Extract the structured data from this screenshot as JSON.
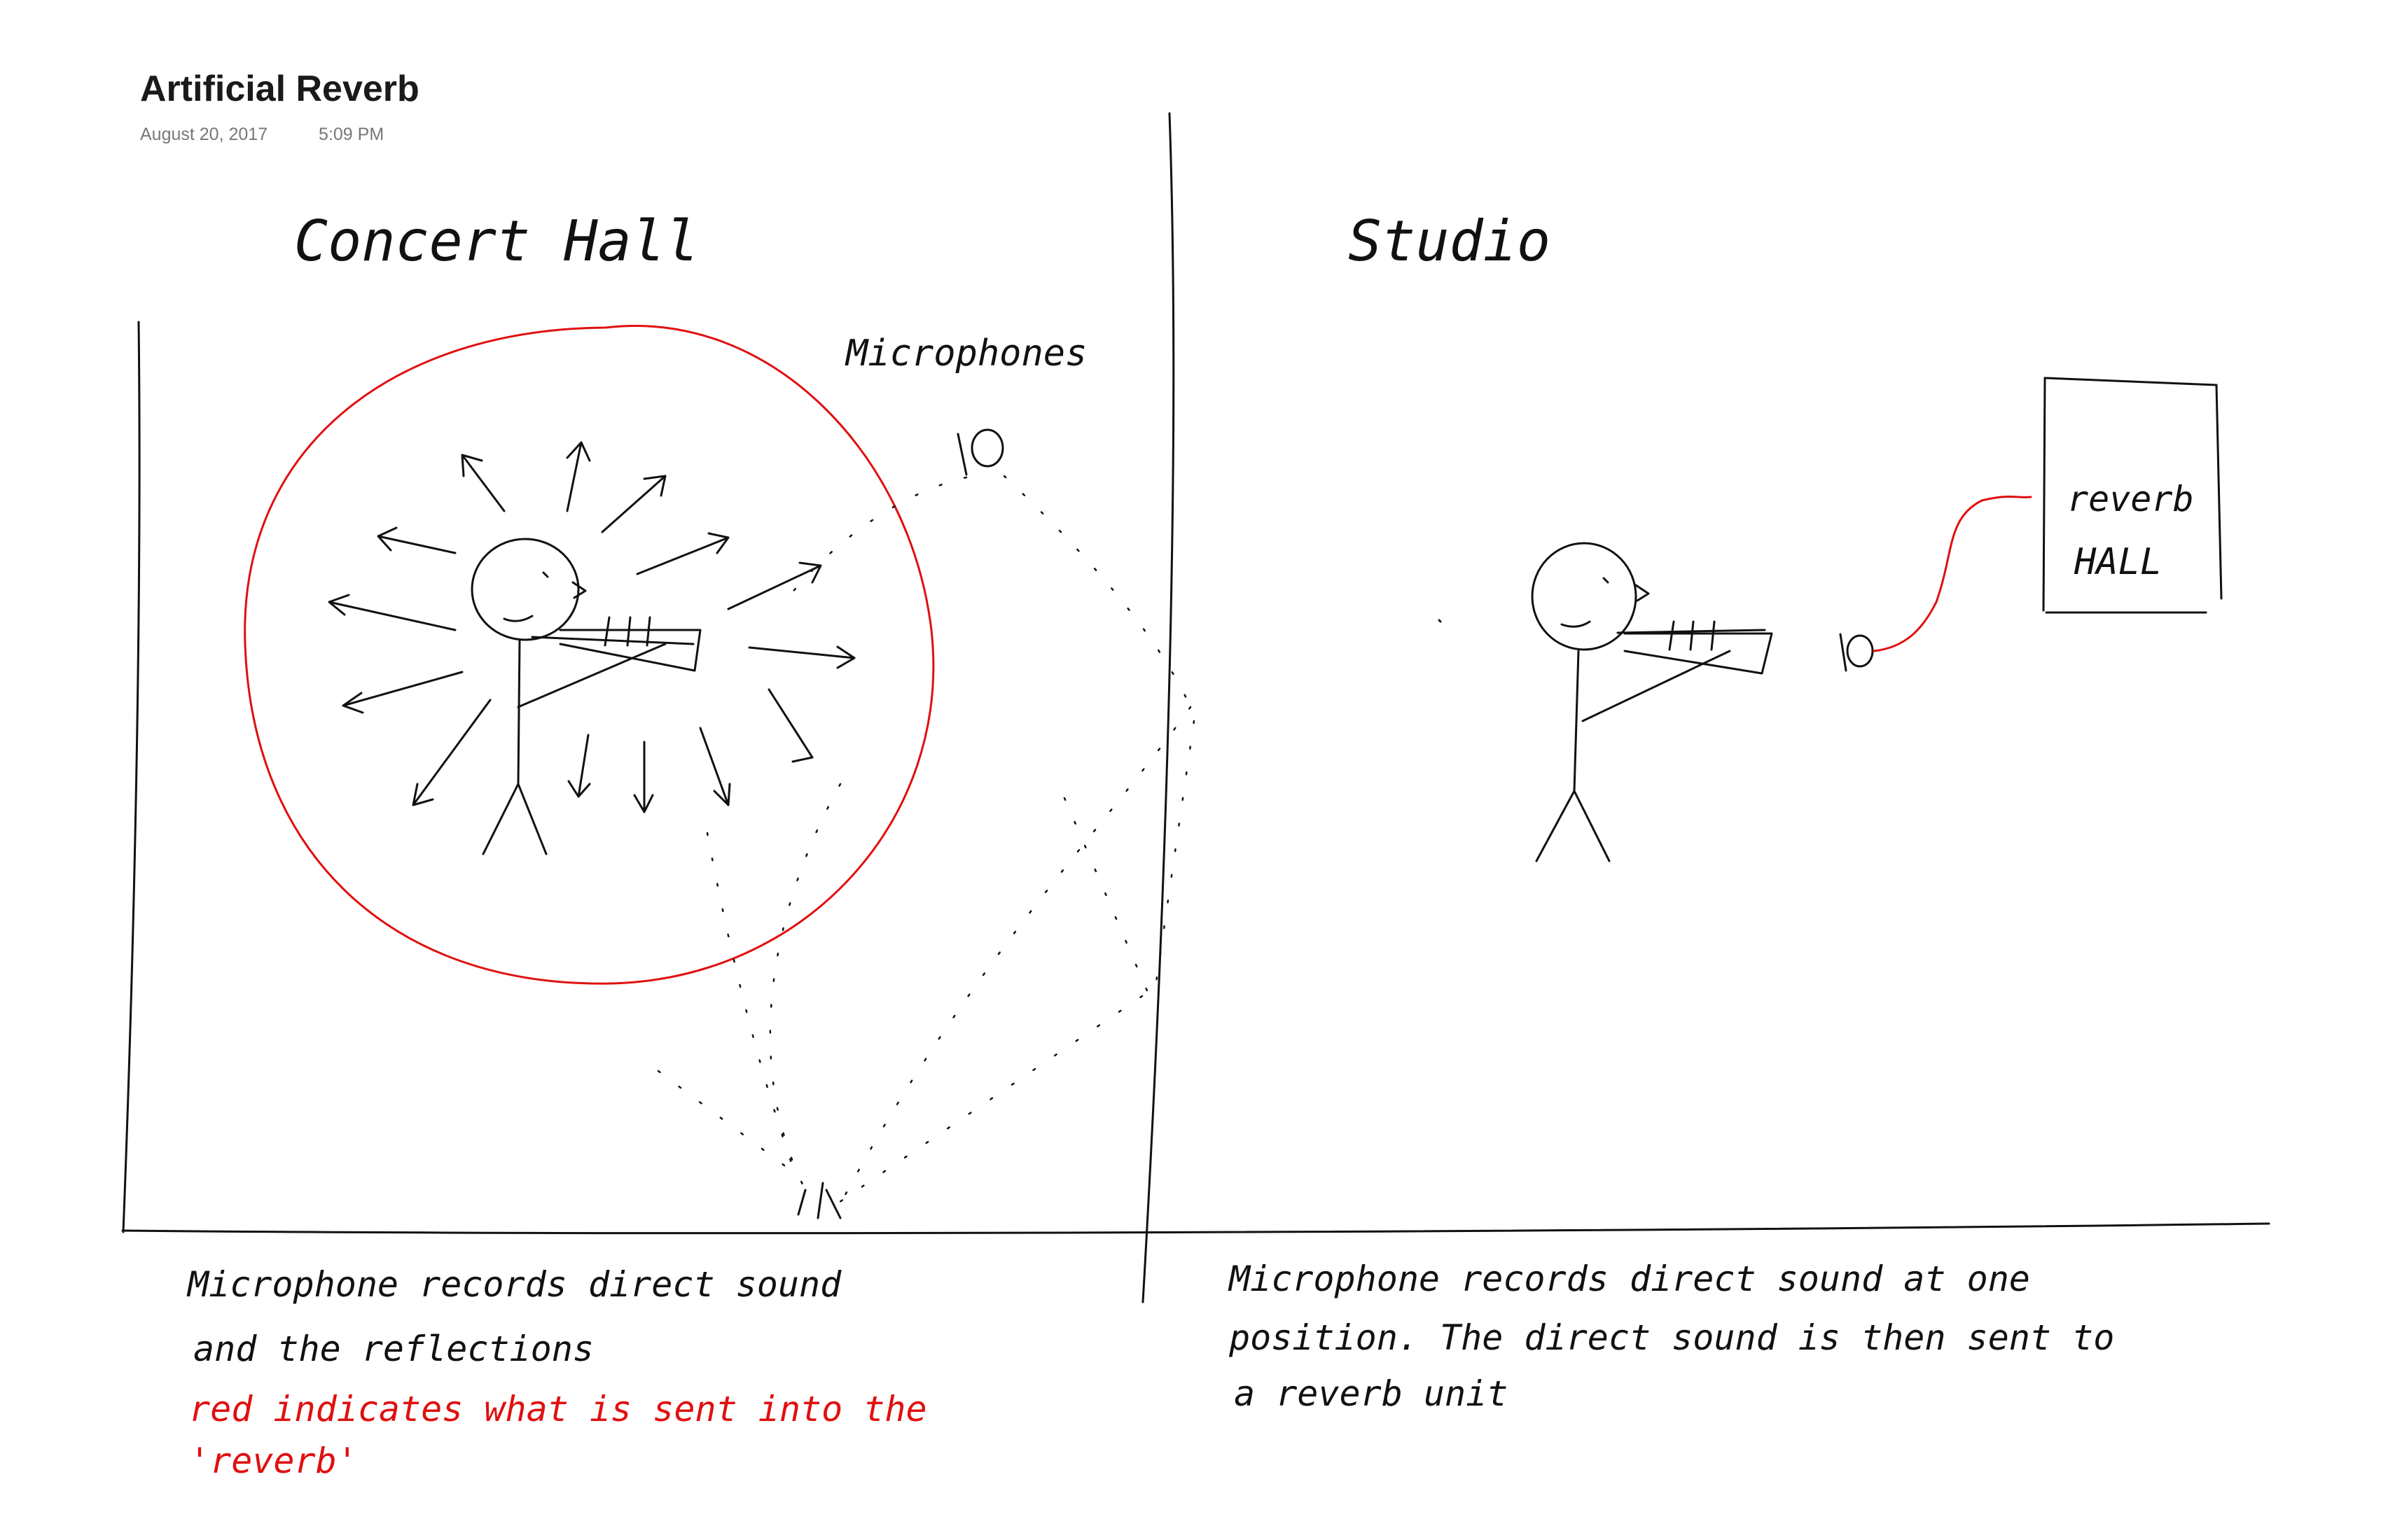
{
  "note": {
    "title": "Artificial Reverb",
    "date": "August 20, 2017",
    "time": "5:09 PM"
  },
  "left_panel": {
    "heading": "Concert Hall",
    "mic_label": "Microphones",
    "caption_line1": "Microphone records direct sound",
    "caption_line2": "and the reflections",
    "red_note_line1": "red indicates what is sent into the",
    "red_note_line2": "'reverb'"
  },
  "right_panel": {
    "heading": "Studio",
    "reverb_unit_line1": "reverb",
    "reverb_unit_line2": "HALL",
    "caption_line1": "Microphone records direct sound at one",
    "caption_line2": "position. The direct sound is then sent to",
    "caption_line3": "a reverb unit"
  },
  "colors": {
    "ink": "#111111",
    "red_ink": "#e01010",
    "meta_gray": "#777777"
  }
}
